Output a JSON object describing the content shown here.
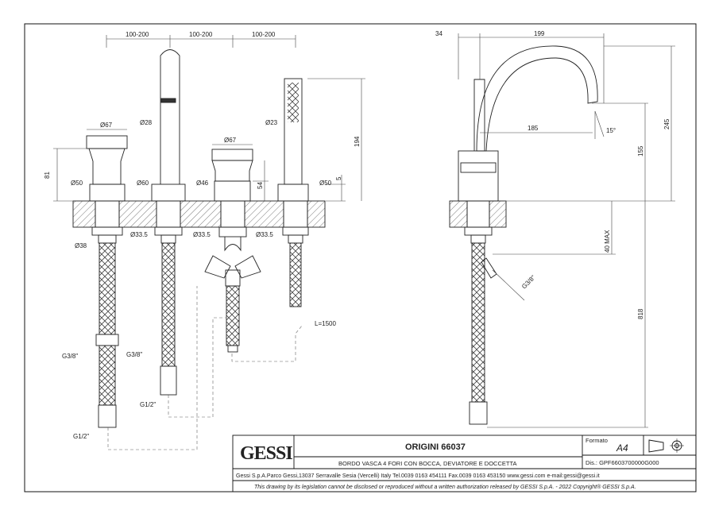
{
  "dims_front": {
    "spacing_1": "100-200",
    "spacing_2": "100-200",
    "spacing_3": "100-200",
    "d67_a": "Ø67",
    "d28": "Ø28",
    "d67_b": "Ø67",
    "d23": "Ø23",
    "h81": "81",
    "d50_a": "Ø50",
    "d60": "Ø60",
    "d46": "Ø46",
    "h54": "54",
    "d50_b": "Ø50",
    "h5": "5",
    "h194": "194",
    "d38": "Ø38",
    "d33_5_a": "Ø33.5",
    "d33_5_b": "Ø33.5",
    "d33_5_c": "Ø33.5",
    "g38_a": "G3/8\"",
    "g38_b": "G3/8\"",
    "g12_a": "G1/2\"",
    "g12_b": "G1/2\"",
    "hose_length": "L=1500"
  },
  "dims_side": {
    "d34": "34",
    "d199": "199",
    "d185": "185",
    "angle": "15°",
    "h245": "245",
    "h155": "155",
    "h40max": "40 MAX",
    "h818": "818",
    "g38": "G3/8\""
  },
  "title_block": {
    "logo": "GESSI",
    "product": "ORIGINI 66037",
    "description": "BORDO VASCA 4 FORI CON BOCCA, DEVIATORE E DOCCETTA",
    "format_label": "Formato",
    "format_value": "A4",
    "dis": "Dis.: GPF6603700000G000",
    "company": "Gessi S.p.A.Parco Gessi,13037 Serravalle Sesia (Vercelli) Italy Tel.0039 0163 454111 Fax.0039 0163 453150 www.gessi.com e-mail:gessi@gessi.it",
    "legal": "This drawing by its legislation cannot be disclosed or reproduced without a written authorization released by GESSI S.p.A. - 2022 Copyright® GESSI S.p.A."
  }
}
